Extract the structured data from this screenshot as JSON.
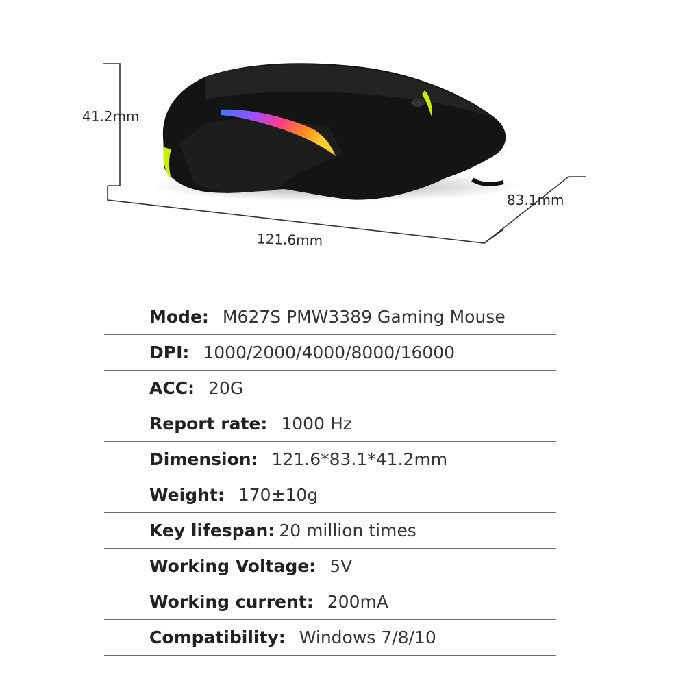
{
  "dimensions": {
    "height": "41.2mm",
    "width": "83.1mm",
    "length": "121.6mm"
  },
  "specs": [
    {
      "label": "Mode:",
      "value": "M627S PMW3389 Gaming Mouse"
    },
    {
      "label": "DPI:",
      "value": "1000/2000/4000/8000/16000"
    },
    {
      "label": "ACC:",
      "value": "20G"
    },
    {
      "label": "Report rate:",
      "value": "1000 Hz"
    },
    {
      "label": "Dimension:",
      "value": "121.6*83.1*41.2mm"
    },
    {
      "label": "Weight:",
      "value": "170±10g"
    },
    {
      "label": "Key lifespan:",
      "value": "20 million times"
    },
    {
      "label": "Working Voltage:",
      "value": "5V"
    },
    {
      "label": "Working current:",
      "value": "200mA"
    },
    {
      "label": "Compatibility:",
      "value": "Windows 7/8/10"
    }
  ],
  "colors": {
    "mouse_body": "#141414",
    "accent_green": "#c8f000"
  }
}
